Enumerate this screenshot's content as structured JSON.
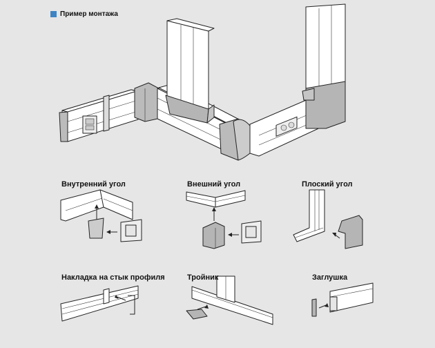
{
  "legend": {
    "label": "Пример монтажа",
    "color": "#3e84c4"
  },
  "diagram": {
    "main_illustration": "Пример монтажа кабель-канала с внутренним углом, внешним углом, тройниками, розетками и заглушкой",
    "sections": [
      {
        "id": "inner-corner",
        "label": "Внутренний угол"
      },
      {
        "id": "outer-corner",
        "label": "Внешний угол"
      },
      {
        "id": "flat-corner",
        "label": "Плоский угол"
      },
      {
        "id": "joint-cover",
        "label": "Накладка на стык профиля"
      },
      {
        "id": "tee",
        "label": "Тройник"
      },
      {
        "id": "end-cap",
        "label": "Заглушка"
      }
    ],
    "colors": {
      "background": "#e6e6e6",
      "channel": "#ffffff",
      "accessory": "#b9b9b9",
      "outline": "#222222"
    }
  }
}
